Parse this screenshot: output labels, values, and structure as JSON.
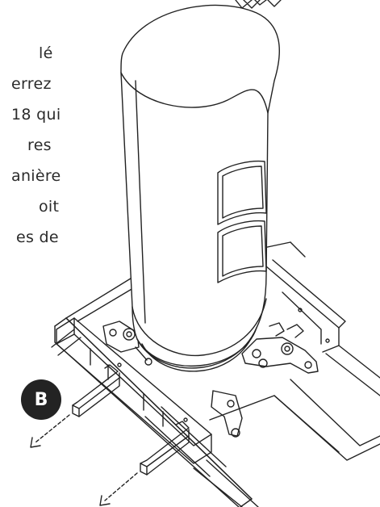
{
  "instructions": {
    "lines": [
      "lé",
      "errez",
      "18 qui",
      "res",
      "anière",
      "oit",
      "es de"
    ]
  },
  "badge": {
    "label": "B"
  },
  "colors": {
    "ink": "#2b2b2b",
    "badge": "#232323",
    "background": "#ffffff"
  }
}
